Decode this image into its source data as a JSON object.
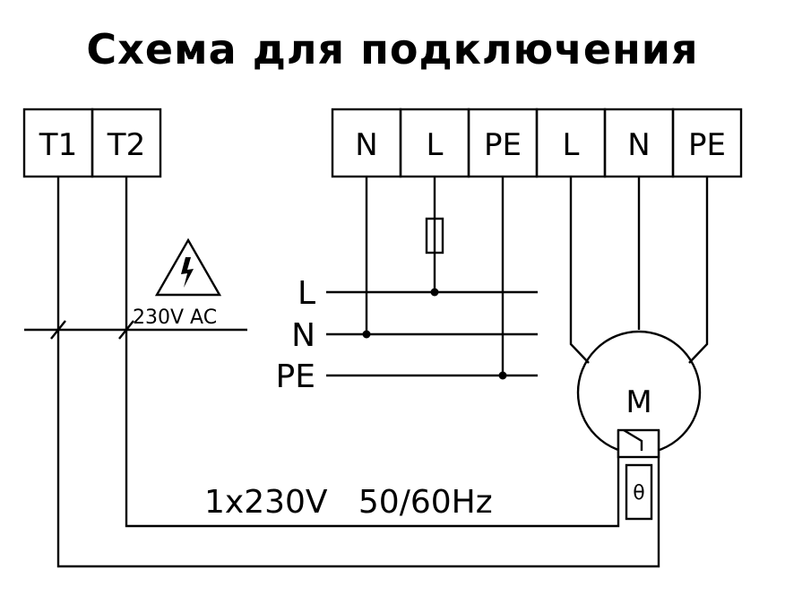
{
  "title": "Схема для подключения",
  "terminals_left": [
    "T1",
    "T2"
  ],
  "terminals_right": [
    "N",
    "L",
    "PE",
    "L",
    "N",
    "PE"
  ],
  "bus_labels": [
    "L",
    "N",
    "PE"
  ],
  "warning_label": "230V AC",
  "supply_label": "1x230V   50/60Hz",
  "motor_label": "M",
  "thermo_label": "θ"
}
